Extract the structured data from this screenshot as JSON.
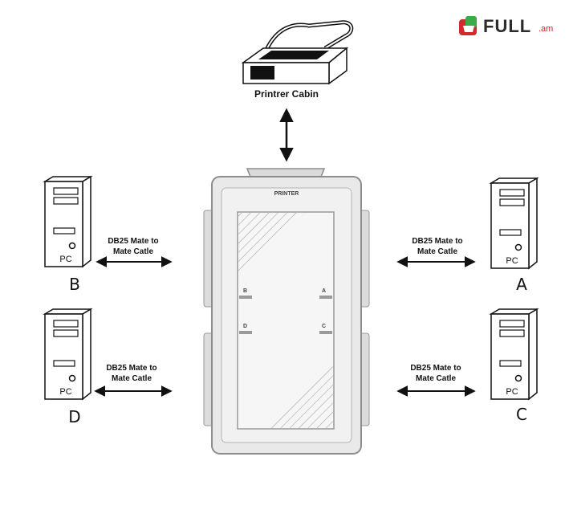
{
  "printer": {
    "label": "Printrer Cabin"
  },
  "switch": {
    "brand": "PRINTER",
    "ports": [
      "B",
      "A",
      "D",
      "C"
    ]
  },
  "computers": [
    {
      "letter": "B",
      "pc_label": "PC",
      "cable": [
        "DB25 Mate to",
        "Mate Catle"
      ]
    },
    {
      "letter": "A",
      "pc_label": "PC",
      "cable": [
        "DB25 Mate to",
        "Mate Catle"
      ]
    },
    {
      "letter": "D",
      "pc_label": "PC",
      "cable": [
        "DB25 Mate to",
        "Mate Catle"
      ]
    },
    {
      "letter": "C",
      "pc_label": "PC",
      "cable": [
        "DB25 Mate to",
        "Mate Catle"
      ]
    }
  ],
  "watermark": {
    "text": "FULL",
    "suffix": ".am"
  },
  "colors": {
    "ink": "#111111",
    "switch_fill": "#e9e9e9",
    "switch_edge": "#8d8d8d",
    "accent_red": "#d12a2a",
    "accent_green": "#3cab4a"
  }
}
